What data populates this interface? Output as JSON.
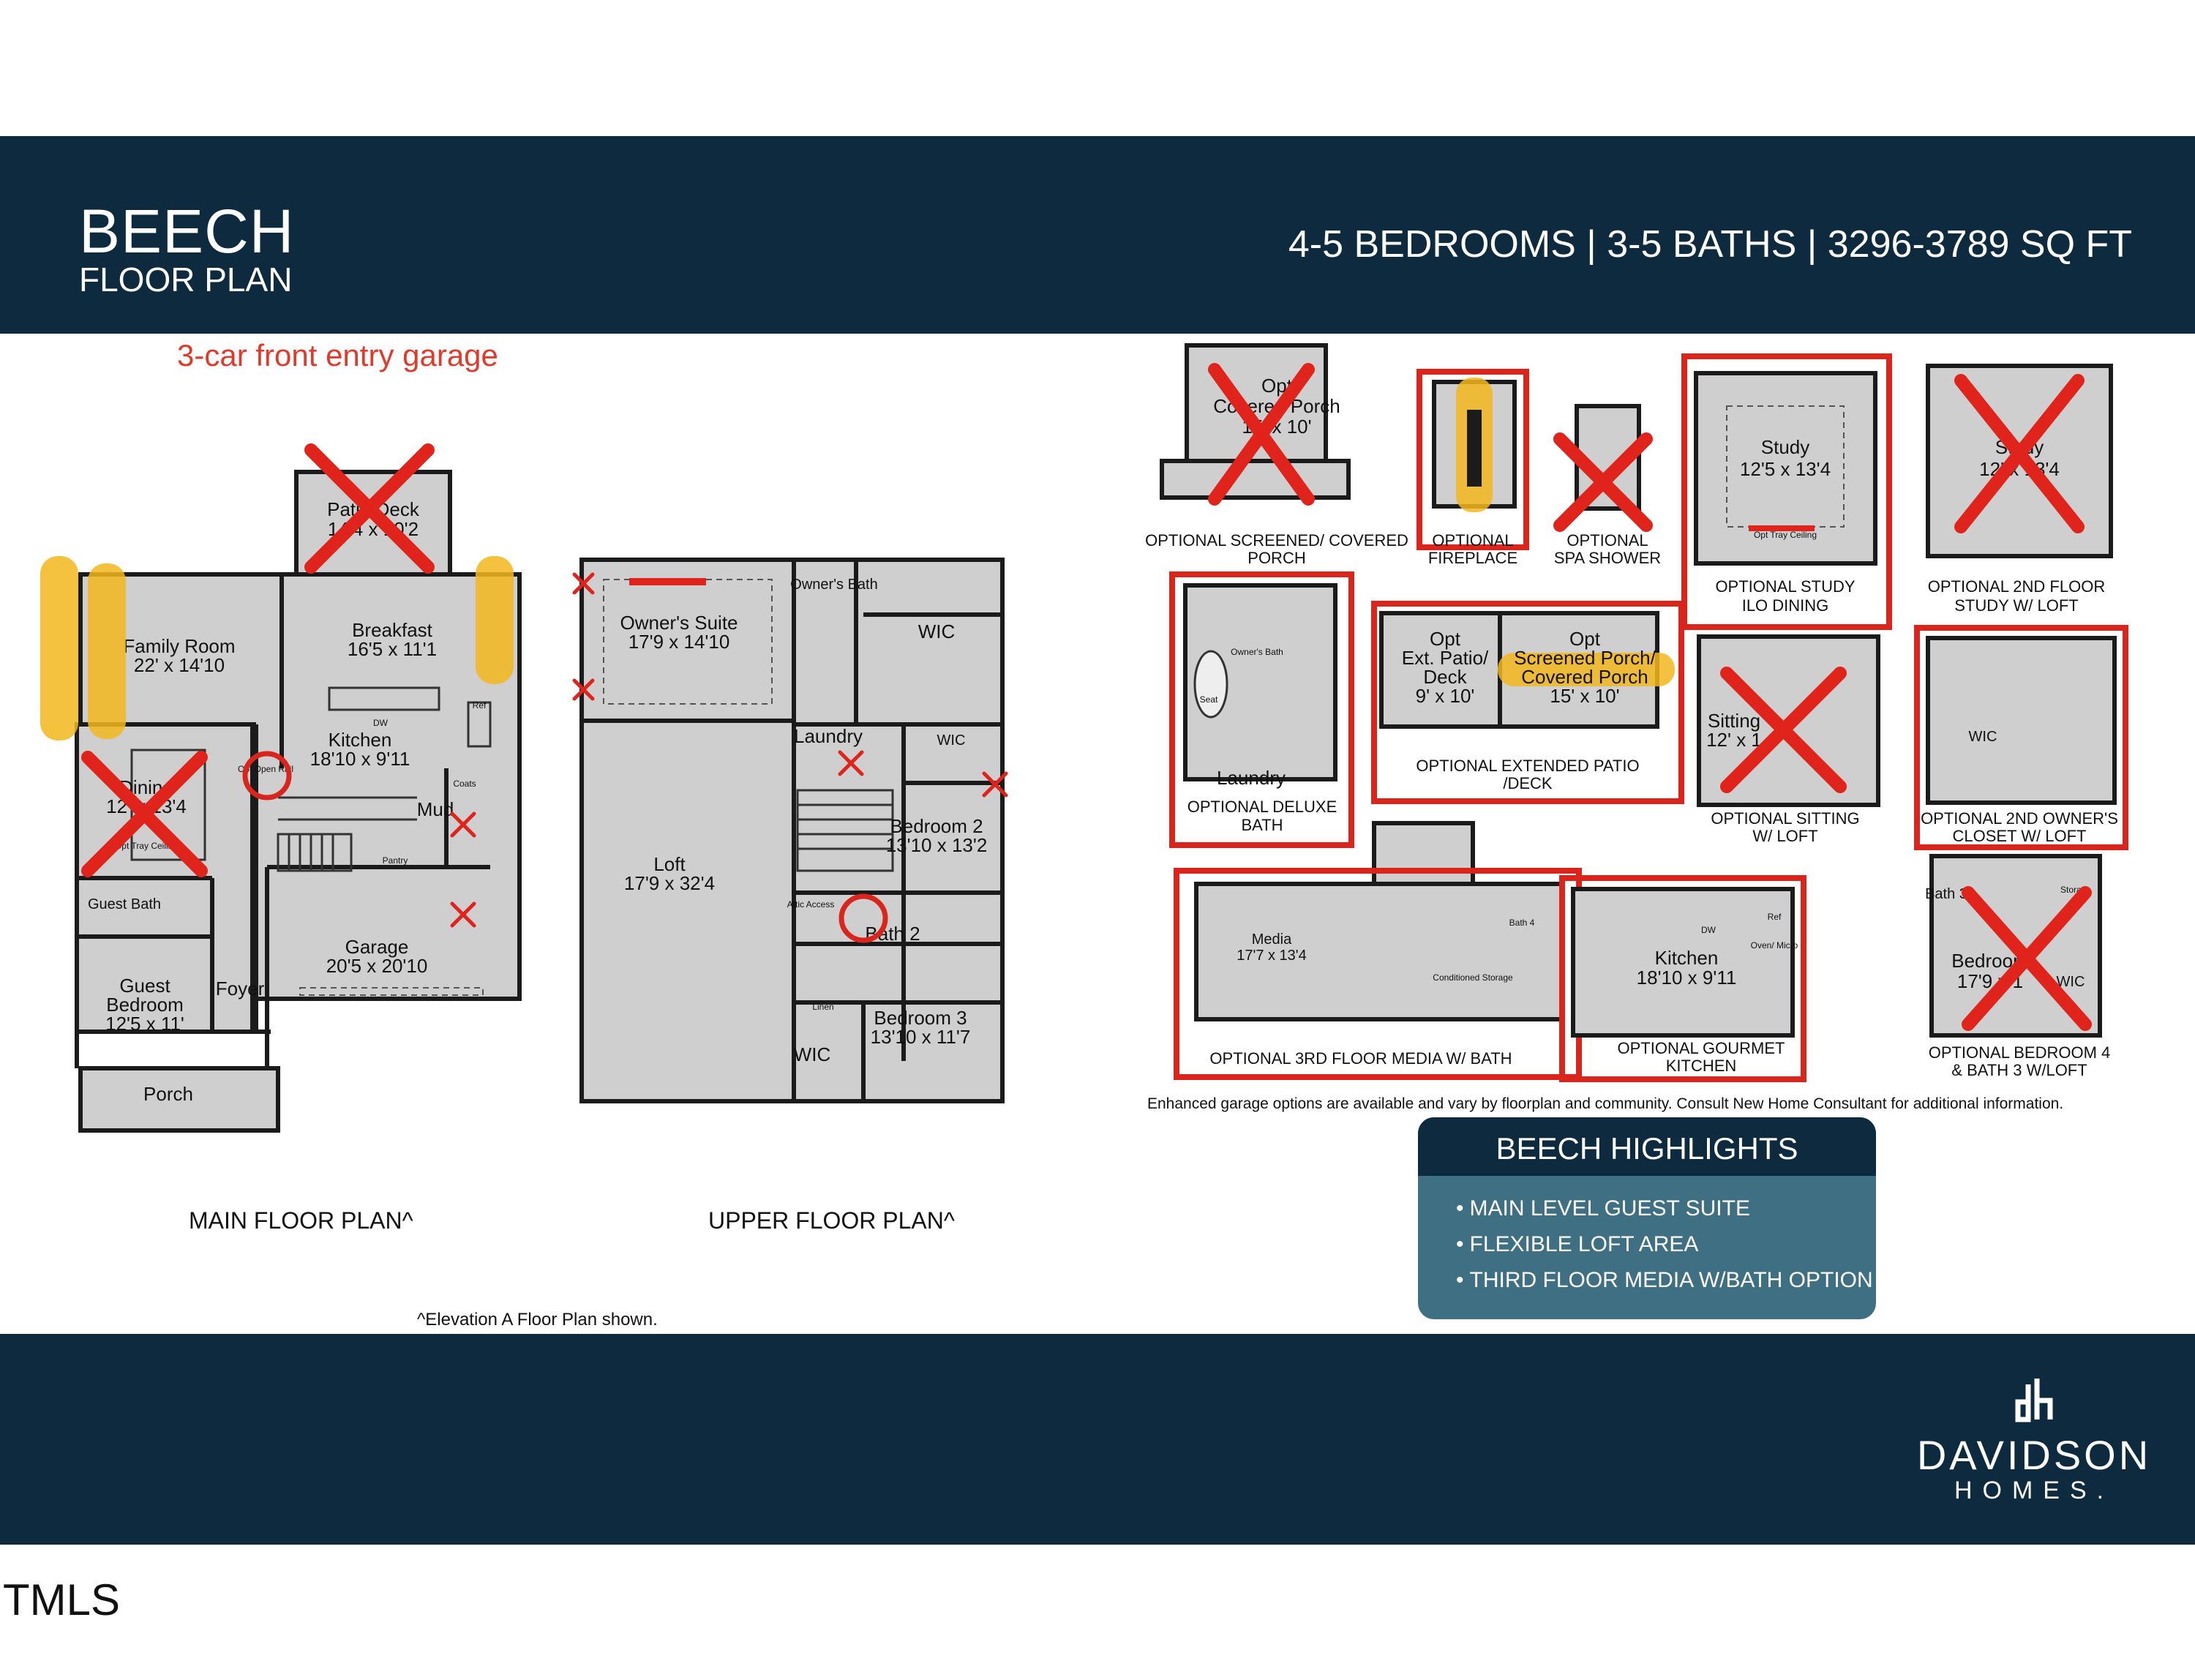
{
  "header": {
    "title": "BEECH",
    "subtitle": "FLOOR PLAN",
    "stats": "4-5 BEDROOMS | 3-5 BATHS | 3296-3789 SQ FT"
  },
  "garage_note": "3-car front entry garage",
  "main_floor": {
    "caption": "MAIN FLOOR PLAN^",
    "rooms": {
      "patio": "Patio/Deck",
      "patio_dim": "14'4 x 10'2",
      "family": "Family Room",
      "family_dim": "22' x 14'10",
      "breakfast": "Breakfast",
      "breakfast_dim": "16'5 x 11'1",
      "kitchen": "Kitchen",
      "kitchen_dim": "18'10 x 9'11",
      "dining": "Dining",
      "dining_dim": "12' x 13'4",
      "mud": "Mud",
      "garage": "Garage",
      "garage_dim": "20'5 x 20'10",
      "guest_bed": "Guest",
      "guest_bed2": "Bedroom",
      "guest_bed_dim": "12'5 x 11'",
      "foyer": "Foyer",
      "porch": "Porch",
      "guest_bath": "Guest Bath",
      "opt_open_rail": "Opt Open Rail",
      "opt_tray": "Opt Tray Ceiling",
      "dw": "DW",
      "ref": "Ref",
      "pantry": "Pantry",
      "coats": "Coats"
    }
  },
  "upper_floor": {
    "caption": "UPPER FLOOR PLAN^",
    "rooms": {
      "owners_suite": "Owner's Suite",
      "owners_suite_dim": "17'9 x 14'10",
      "owners_bath": "Owner's Bath",
      "wic": "WIC",
      "wic2": "WIC",
      "wic3": "WIC",
      "laundry": "Laundry",
      "loft": "Loft",
      "loft_dim": "17'9 x 32'4",
      "bed2": "Bedroom 2",
      "bed2_dim": "13'10 x 13'2",
      "bath2": "Bath 2",
      "bed3": "Bedroom 3",
      "bed3_dim": "13'10 x 11'7",
      "linen": "Linen",
      "attic": "Attic Access"
    }
  },
  "elevation_note": "^Elevation A Floor Plan shown.",
  "options": {
    "screened_porch": {
      "caption1": "OPTIONAL SCREENED/ COVERED",
      "caption2": "PORCH",
      "label1": "Opt",
      "label2": "Covered Porch",
      "label3": "15' x 10'"
    },
    "fireplace": {
      "caption1": "OPTIONAL",
      "caption2": "FIREPLACE"
    },
    "spa_shower": {
      "caption1": "OPTIONAL",
      "caption2": "SPA SHOWER"
    },
    "study_dining": {
      "caption1": "OPTIONAL STUDY",
      "caption2": "ILO DINING",
      "label": "Study",
      "dim": "12'5 x 13'4",
      "tray": "Opt Tray Ceiling"
    },
    "study_loft": {
      "caption1": "OPTIONAL 2ND FLOOR",
      "caption2": "STUDY W/ LOFT",
      "label": "Study",
      "dim": "12' x 13'4"
    },
    "deluxe_bath": {
      "caption1": "OPTIONAL DELUXE",
      "caption2": "BATH",
      "label": "Owner's Bath",
      "laundry": "Laundry",
      "seat": "Seat"
    },
    "extended_patio": {
      "caption1": "OPTIONAL EXTENDED PATIO",
      "caption2": "/DECK",
      "left1": "Opt",
      "left2": "Ext. Patio/",
      "left3": "Deck",
      "left4": "9' x 10'",
      "right1": "Opt",
      "right2": "Screened Porch/",
      "right3": "Covered Porch",
      "right4": "15' x 10'"
    },
    "sitting": {
      "caption1": "OPTIONAL SITTING",
      "caption2": "W/ LOFT",
      "label": "Sitting",
      "dim": "12' x 1"
    },
    "owners_closet": {
      "caption1": "OPTIONAL 2ND OWNER'S",
      "caption2": "CLOSET W/ LOFT",
      "label": "WIC"
    },
    "media": {
      "caption": "OPTIONAL 3RD FLOOR MEDIA W/ BATH",
      "label": "Media",
      "dim": "17'7 x 13'4",
      "storage": "Conditioned Storage",
      "bath": "Bath 4"
    },
    "gourmet_kitchen": {
      "caption1": "OPTIONAL GOURMET",
      "caption2": "KITCHEN",
      "label": "Kitchen",
      "dim": "18'10 x 9'11",
      "dw": "DW",
      "ref": "Ref",
      "oven": "Oven/ Micro"
    },
    "bed4": {
      "caption1": "OPTIONAL BEDROOM 4",
      "caption2": "& BATH 3 W/LOFT",
      "label": "Bedroom",
      "dim": "17'9 x 1",
      "bath": "Bath 3",
      "wic": "WIC",
      "storage": "Storage"
    }
  },
  "garage_options_note": "Enhanced garage options are available and vary by floorplan and community.  Consult New Home Consultant for additional information.",
  "highlights": {
    "title": "BEECH HIGHLIGHTS",
    "items": [
      "MAIN LEVEL GUEST SUITE",
      "FLEXIBLE LOFT AREA",
      "THIRD FLOOR MEDIA W/BATH OPTION"
    ]
  },
  "logo": {
    "word1": "DAVIDSON",
    "word2": "HOMES."
  },
  "watermark": "TMLS",
  "colors": {
    "navy": "#0d2a3e",
    "teal": "#3f6f83",
    "red": "#e0241c",
    "highlight": "#f3b71d",
    "wall_fill": "#cfcfcf"
  }
}
